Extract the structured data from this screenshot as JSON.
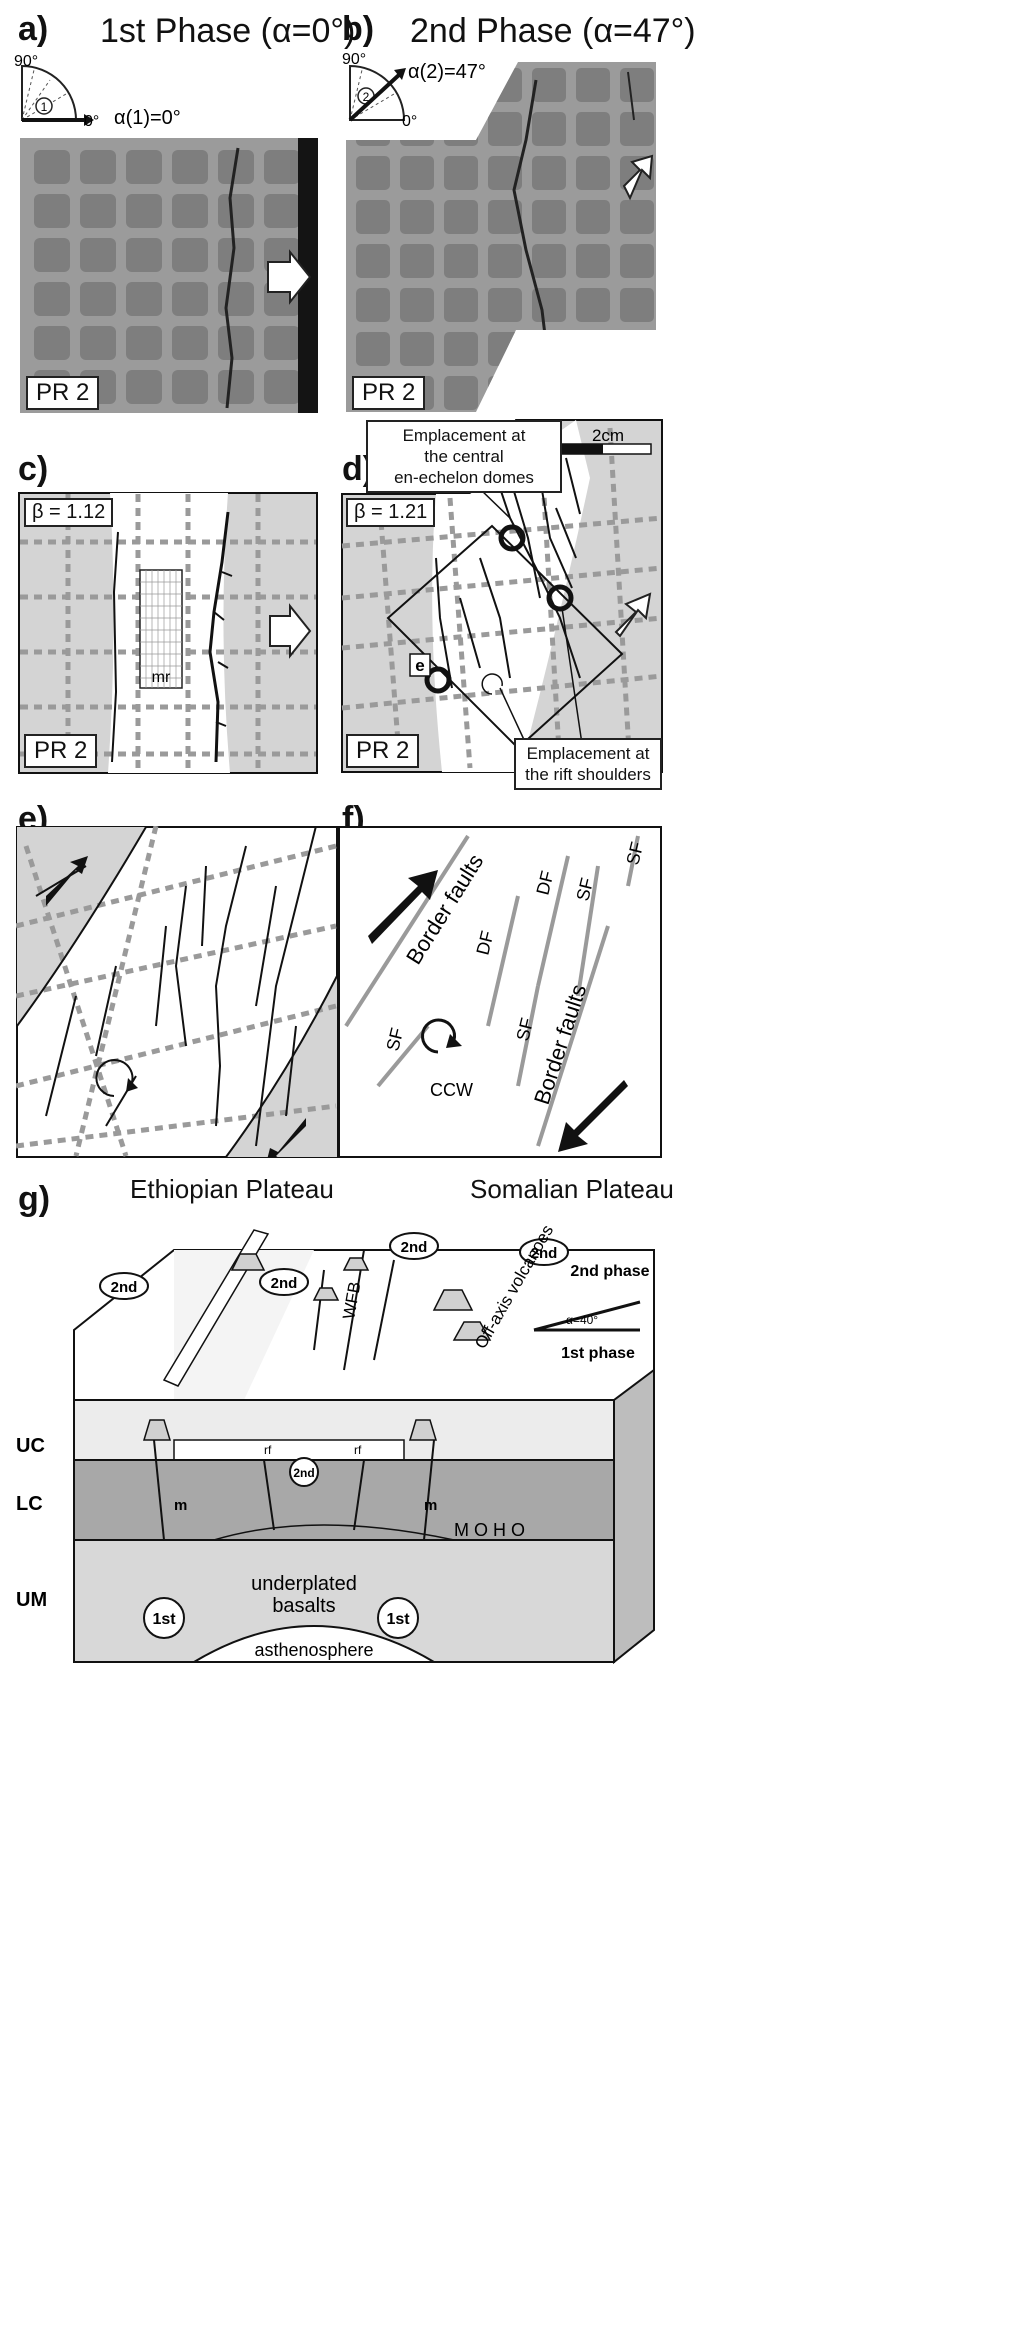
{
  "panels": {
    "a": {
      "letter": "a)",
      "title": "1st Phase (α=0°)",
      "quad_top": "90°",
      "quad_right": "0°",
      "alpha": "α(1)=0°",
      "circle_num": "1",
      "tag": "PR 2"
    },
    "b": {
      "letter": "b)",
      "title": "2nd Phase (α=47°)",
      "quad_top": "90°",
      "quad_right": "0°",
      "alpha": "α(2)=47°",
      "circle_num": "2",
      "tag": "PR 2"
    },
    "c": {
      "letter": "c)",
      "beta": "β = 1.12",
      "mr": "mr",
      "tag": "PR 2"
    },
    "d": {
      "letter": "d)",
      "beta": "β = 1.21",
      "scale": "2cm",
      "tag": "PR 2",
      "inset": "e",
      "callout_top": [
        "Emplacement at",
        "the central",
        "en-echelon domes"
      ],
      "callout_bottom": [
        "Emplacement at",
        "the rift shoulders"
      ]
    },
    "e": {
      "letter": "e)"
    },
    "f": {
      "letter": "f)",
      "border_faults": "Border faults",
      "ccw": "CCW",
      "df": "DF",
      "sf": "SF"
    },
    "g": {
      "letter": "g)",
      "ethiopian": "Ethiopian Plateau",
      "somalian": "Somalian Plateau",
      "wfb": "WFB",
      "off_axis": "Off-axis volcanoes",
      "second_phase": "2nd phase",
      "first_phase": "1st phase",
      "alpha": "α=40°",
      "uc": "UC",
      "lc": "LC",
      "um": "UM",
      "moho": "M O H O",
      "underplated": [
        "underplated",
        "basalts"
      ],
      "asthenosphere": "asthenosphere",
      "first": "1st",
      "second": "2nd",
      "m": "m",
      "rf": "rf"
    }
  },
  "colors": {
    "photo_bg": "#9b9b9b",
    "photo_cell": "#7e7e7e",
    "grey_fill": "#d4d4d4",
    "grid_dash": "#9a9a9a"
  }
}
